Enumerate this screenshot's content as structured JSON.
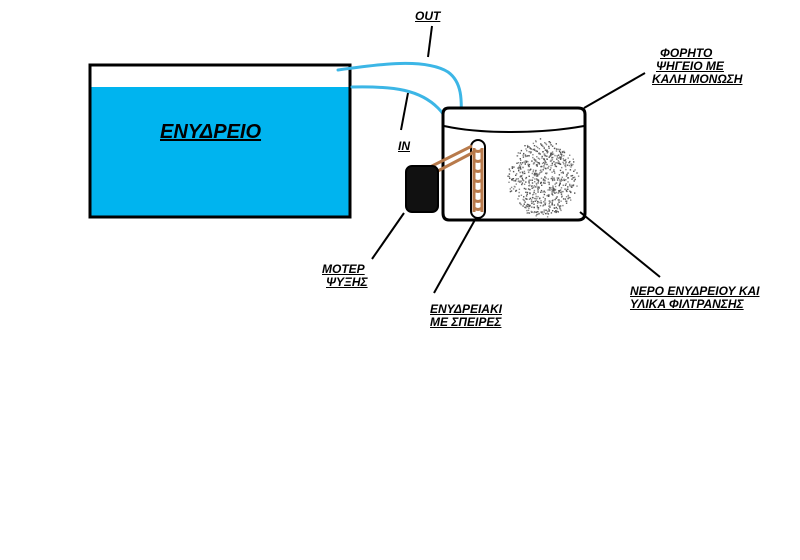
{
  "colors": {
    "water": "#00b4ef",
    "pipe": "#3cb6e6",
    "outline": "#000000",
    "coil": "#b87a4b",
    "motor": "#111111",
    "filter_media": "#8a8a8a"
  },
  "labels": {
    "aquarium": "ΕΝΥΔΡΕΙΟ",
    "out": "OUT",
    "in": "IN",
    "fridge_line1": "ΦΟΡΗΤΟ",
    "fridge_line2": "ΨΗΓΕΙΟ ΜΕ",
    "fridge_line3": "ΚΑΛΗ ΜΟΝΩΣΗ",
    "motor_line1": "ΜΟΤΕΡ",
    "motor_line2": "ΨΥΞΗΣ",
    "coil_line1": "ΕΝΥΔΡΕΙΑΚΙ",
    "coil_line2": "ΜΕ ΣΠΕΙΡΕΣ",
    "water_line1": "ΝΕΡΟ ΕΝΥΔΡΕΙΟΥ ΚΑΙ",
    "water_line2": "ΥΛΙΚΑ ΦΙΛΤΡΑΝΣΗΣ"
  }
}
